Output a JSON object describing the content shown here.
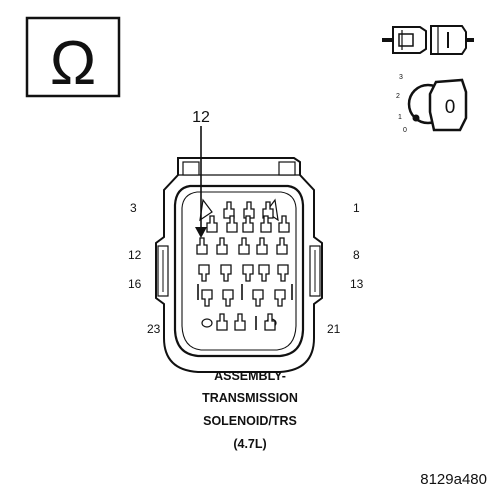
{
  "meter_symbol": "Ω",
  "callout_pin": "12",
  "pin_labels": {
    "left_top": "3",
    "right_top": "1",
    "left_mid": "12",
    "right_mid": "8",
    "left_low": "16",
    "right_low": "13",
    "left_bottom": "23",
    "right_bottom": "21"
  },
  "ignition": {
    "positions": [
      "3",
      "2",
      "1",
      "0"
    ],
    "key_label": "0"
  },
  "caption": [
    "ASSEMBLY-",
    "TRANSMISSION",
    "SOLENOID/TRS",
    "(4.7L)"
  ],
  "figure_id": "8129a480",
  "icons": {
    "meter": "ohmmeter-icon",
    "connector": "disconnected-connector-icon",
    "ignition": "ignition-key-icon"
  }
}
